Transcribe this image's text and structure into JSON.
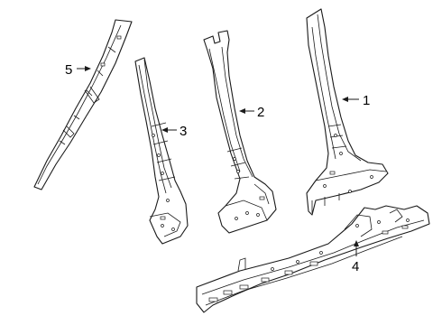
{
  "parts": [
    {
      "id": "1",
      "label": "1"
    },
    {
      "id": "2",
      "label": "2"
    },
    {
      "id": "3",
      "label": "3"
    },
    {
      "id": "4",
      "label": "4"
    },
    {
      "id": "5",
      "label": "5"
    }
  ]
}
